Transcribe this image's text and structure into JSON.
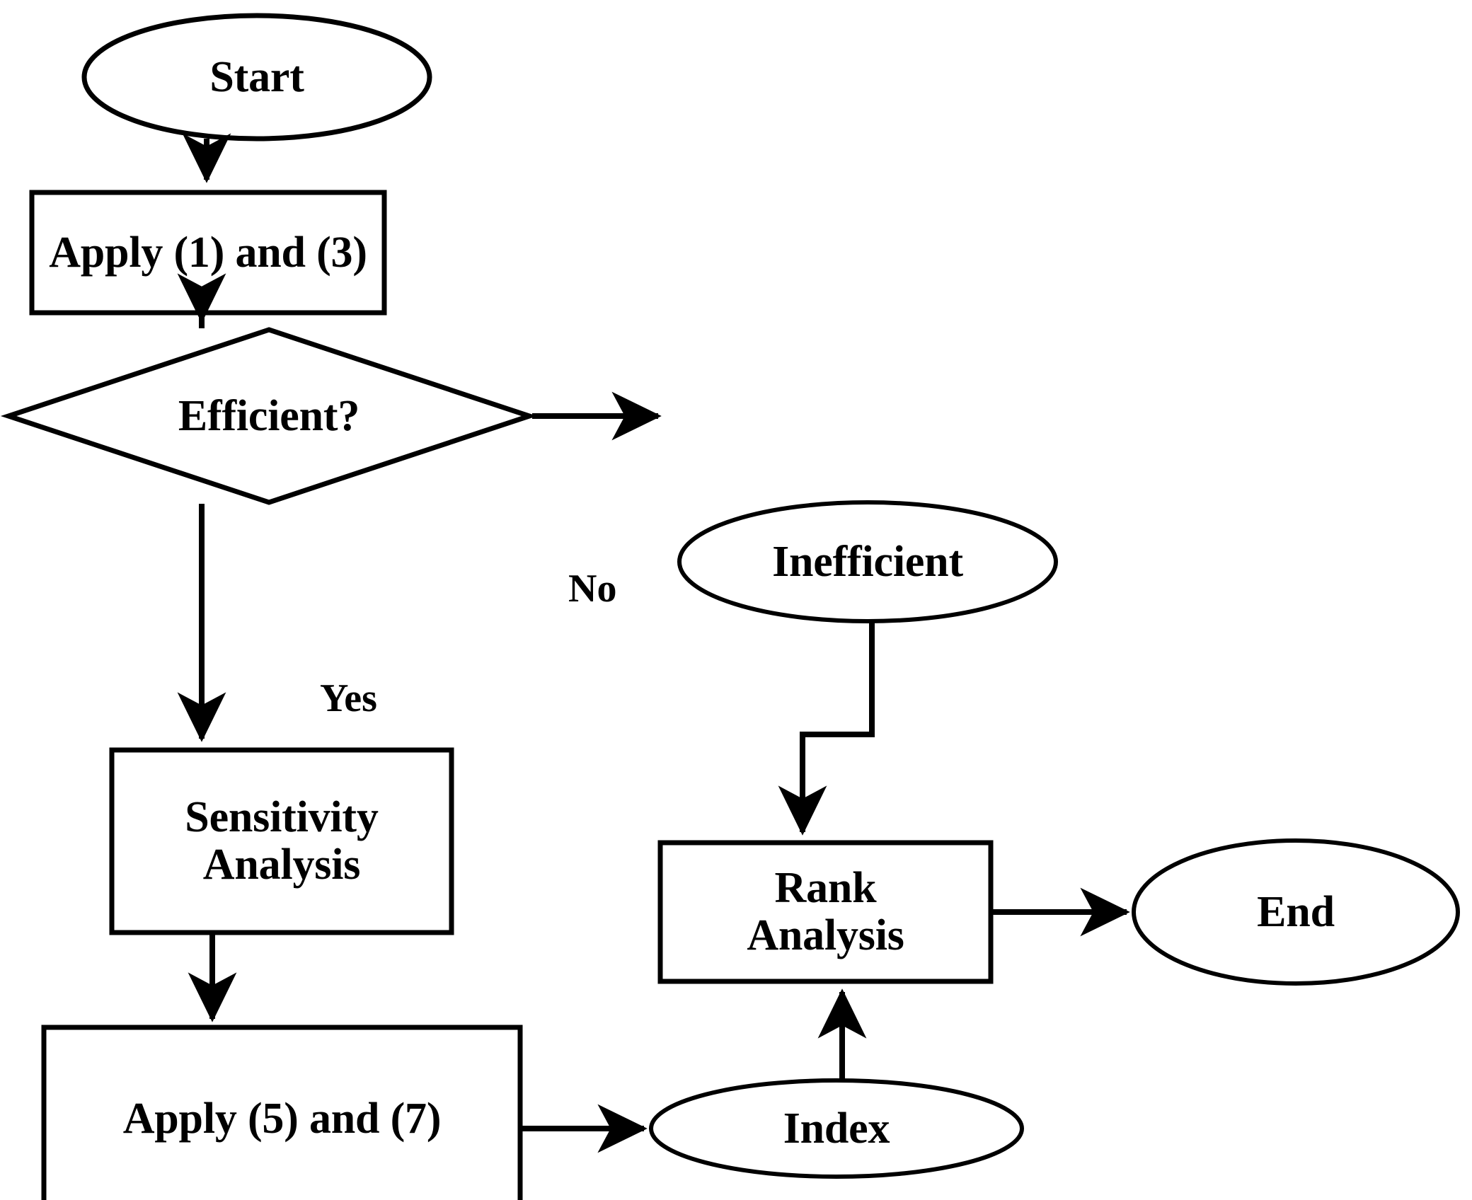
{
  "diagram": {
    "title": "DEA efficiency analysis flowchart",
    "stroke_color": "#000000",
    "fill_color": "#ffffff",
    "background": "#ffffff",
    "nodes": [
      {
        "id": "start",
        "label": "Start",
        "shape": "ellipse"
      },
      {
        "id": "apply13",
        "label": "Apply (1) and (3)",
        "shape": "rectangle"
      },
      {
        "id": "efficient",
        "label": "Efficient?",
        "shape": "diamond"
      },
      {
        "id": "inefficient",
        "label": "Inefficient",
        "shape": "ellipse"
      },
      {
        "id": "sensitivity",
        "label": "Sensitivity\nAnalysis",
        "shape": "rectangle"
      },
      {
        "id": "apply57",
        "label": "Apply (5) and (7)",
        "shape": "rectangle"
      },
      {
        "id": "rank",
        "label": "Rank\nAnalysis",
        "shape": "rectangle"
      },
      {
        "id": "index",
        "label": "Index",
        "shape": "ellipse"
      },
      {
        "id": "end",
        "label": "End",
        "shape": "ellipse"
      }
    ],
    "edges": [
      {
        "id": "e-start-apply13",
        "from": "start",
        "to": "apply13",
        "label": ""
      },
      {
        "id": "e-apply13-efficient",
        "from": "apply13",
        "to": "efficient",
        "label": ""
      },
      {
        "id": "e-efficient-no",
        "from": "efficient",
        "to": "inefficient",
        "label": "No"
      },
      {
        "id": "e-efficient-yes",
        "from": "efficient",
        "to": "sensitivity",
        "label": "Yes"
      },
      {
        "id": "e-inefficient-rank",
        "from": "inefficient",
        "to": "rank",
        "label": ""
      },
      {
        "id": "e-sensitivity-apply57",
        "from": "sensitivity",
        "to": "apply57",
        "label": ""
      },
      {
        "id": "e-apply57-index",
        "from": "apply57",
        "to": "index",
        "label": ""
      },
      {
        "id": "e-index-rank",
        "from": "index",
        "to": "rank",
        "label": ""
      },
      {
        "id": "e-rank-end",
        "from": "rank",
        "to": "end",
        "label": ""
      }
    ]
  }
}
